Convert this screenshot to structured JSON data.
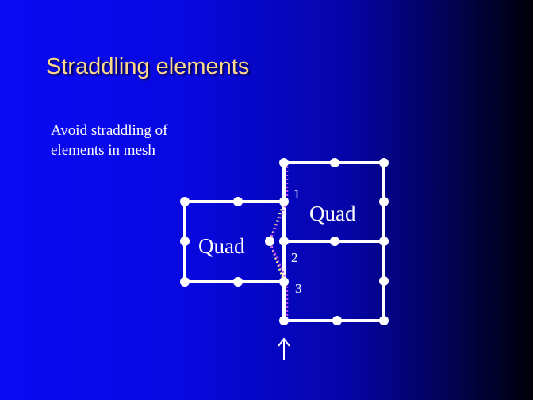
{
  "slide": {
    "title": "Straddling elements",
    "body": "Avoid straddling of elements in mesh"
  },
  "diagram": {
    "left_element_label": "Quad",
    "right_element_label": "Quad",
    "node_labels": [
      "1",
      "2",
      "3"
    ],
    "arrow_icon": "up-arrow",
    "colors": {
      "mesh": "#ffffff",
      "curve_a": "#ffff80",
      "curve_b": "#d050ff",
      "title": "#ffd98a"
    }
  }
}
